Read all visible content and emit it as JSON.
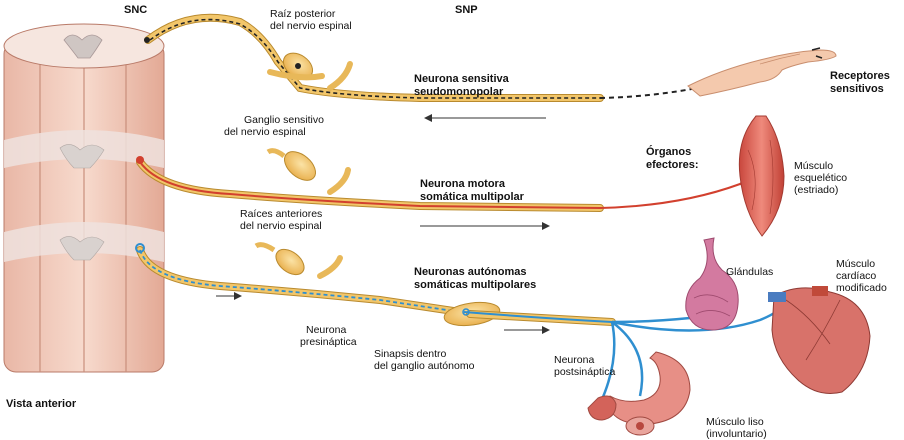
{
  "labels": {
    "snc": "SNC",
    "snp": "SNP",
    "raiz_posterior": [
      "Raíz posterior",
      "del nervio espinal"
    ],
    "ganglio_sensitivo": [
      "Ganglio sensitivo",
      "del nervio espinal"
    ],
    "neurona_sensitiva": [
      "Neurona sensitiva",
      "seudomonopolar"
    ],
    "receptores": [
      "Receptores",
      "sensitivos"
    ],
    "organos_efectores": [
      "Órganos",
      "efectores:"
    ],
    "musculo_esqueletico": [
      "Músculo",
      "esquelético",
      "(estriado)"
    ],
    "neurona_motora": [
      "Neurona motora",
      "somática multipolar"
    ],
    "raices_anteriores": [
      "Raíces anteriores",
      "del nervio espinal"
    ],
    "glandulas": "Glándulas",
    "musculo_cardiaco": [
      "Músculo",
      "cardíaco",
      "modificado"
    ],
    "neuronas_autonomas": [
      "Neuronas autónomas",
      "somáticas multipolares"
    ],
    "neurona_presinaptica": [
      "Neurona",
      "presináptica"
    ],
    "sinapsis": [
      "Sinapsis dentro",
      "del ganglio autónomo"
    ],
    "neurona_postsinaptica": [
      "Neurona",
      "postsináptica"
    ],
    "vista_anterior": "Vista anterior",
    "musculo_liso": [
      "Músculo liso",
      "(involuntario)"
    ]
  },
  "colors": {
    "nerve_yellow": "#f2c66a",
    "nerve_outline": "#b98a2e",
    "sensory_dash": "#222222",
    "motor_red": "#d2402e",
    "autonomic_blue": "#2f8fd0",
    "cord_pink": "#f2cdbf",
    "gray_matter": "#d9d2cf",
    "muscle_red": "#d9675c",
    "gland_pink": "#d37aa0"
  }
}
